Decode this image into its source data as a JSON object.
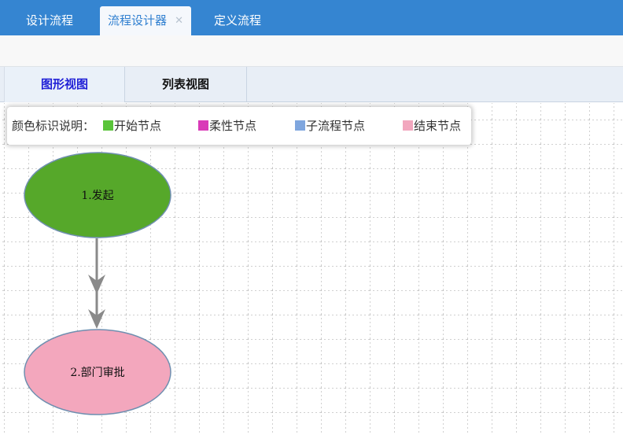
{
  "top_tabs": [
    {
      "label": "设计流程",
      "active": false
    },
    {
      "label": "流程设计器",
      "active": true,
      "close_icon": "close-icon"
    },
    {
      "label": "定义流程",
      "active": false
    }
  ],
  "view_tabs": [
    {
      "label": "图形视图",
      "active": true
    },
    {
      "label": "列表视图",
      "active": false
    }
  ],
  "legend": {
    "title": "颜色标识说明：",
    "items": [
      {
        "label": "开始节点",
        "color": "#5ac43a"
      },
      {
        "label": "柔性节点",
        "color": "#d93ab8"
      },
      {
        "label": "子流程节点",
        "color": "#7fa6de"
      },
      {
        "label": "结束节点",
        "color": "#f2a7be"
      }
    ]
  },
  "nodes": [
    {
      "label": "1.发起",
      "fill": "#56a82a"
    },
    {
      "label": "2.部门审批",
      "fill": "#f3a7bd"
    }
  ],
  "colors": {
    "header_blue": "#3585d1",
    "active_tab_text": "#2f7fd0",
    "active_view_text": "#1f1fd6",
    "node_stroke": "#6f8fb0",
    "arrow": "#8a8a8a"
  }
}
